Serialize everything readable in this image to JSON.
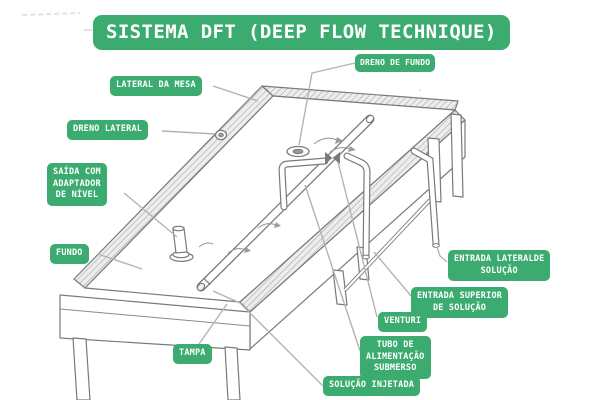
{
  "title": "SISTEMA DFT (DEEP FLOW TECHNIQUE)",
  "labels": {
    "lateral_da_mesa": "LATERAL DA MESA",
    "dreno_de_fundo": "DRENO DE FUNDO",
    "dreno_lateral": "DRENO LATERAL",
    "saida_com_adaptador": "SAÍDA COM\nADAPTADOR\nDE NÍVEL",
    "fundo": "FUNDO",
    "tampa": "TAMPA",
    "entrada_lateral": "ENTRADA LATERALDE\nSOLUÇÃO",
    "entrada_superior": "ENTRADA SUPERIOR\nDE SOLUÇÃO",
    "venturi": "VENTURI",
    "tubo_alimentacao": "TUBO DE\nALIMENTAÇÃO\nSUBMERSO",
    "solucao_injetada": "SOLUÇÃO INJETADA"
  },
  "colors": {
    "badge_green": "#3bab70",
    "badge_text": "#ffffff",
    "drawing_line": "#7a7a7a",
    "leader_line": "#b3b3b3",
    "background": "#ffffff"
  }
}
